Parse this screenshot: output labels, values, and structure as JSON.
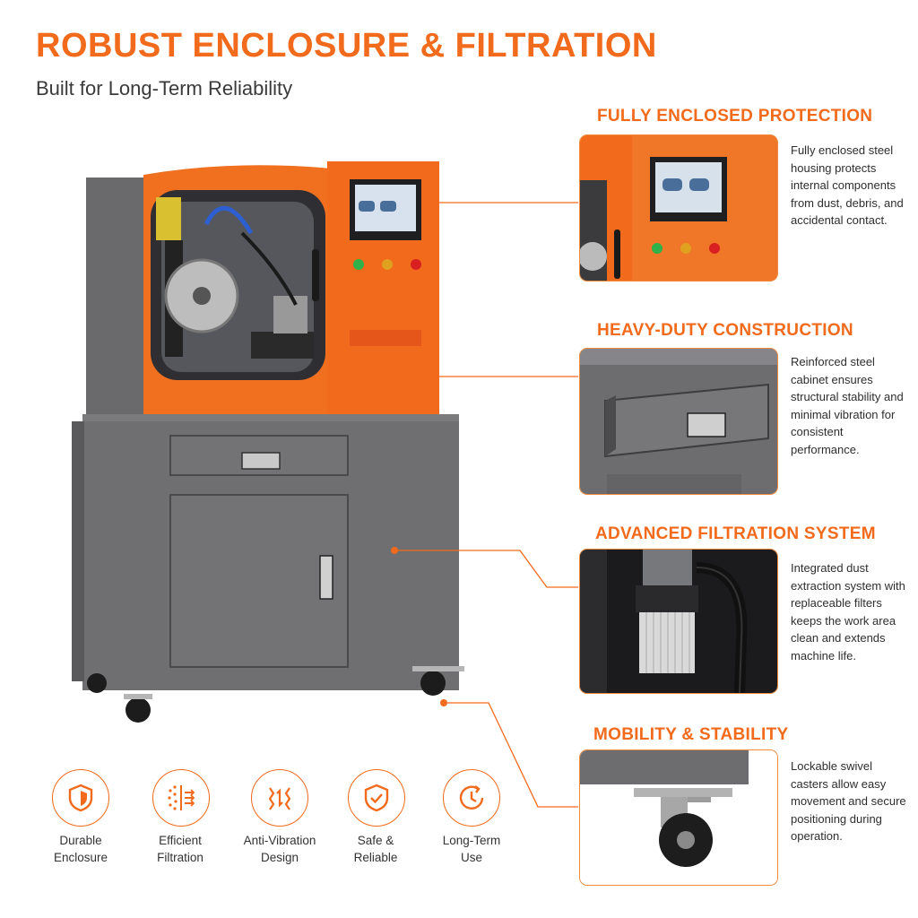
{
  "header": {
    "title": "ROBUST ENCLOSURE & FILTRATION",
    "subtitle": "Built for Long-Term Reliability"
  },
  "features": [
    {
      "title": "FULLY ENCLOSED PROTECTION",
      "text": "Fully enclosed steel housing protects internal components from dust, debris, and accidental contact."
    },
    {
      "title": "HEAVY-DUTY CONSTRUCTION",
      "text": "Reinforced steel cabinet ensures structural stability and minimal vibration for consistent performance."
    },
    {
      "title": "ADVANCED FILTRATION SYSTEM",
      "text": "Integrated dust extraction system with replaceable filters keeps the work area clean and extends machine life."
    },
    {
      "title": "MOBILITY & STABILITY",
      "text": "Lockable swivel casters allow easy movement and secure positioning during operation."
    }
  ],
  "badges": [
    {
      "line1": "Durable",
      "line2": "Enclosure",
      "icon": "shield-icon"
    },
    {
      "line1": "Efficient",
      "line2": "Filtration",
      "icon": "filter-icon"
    },
    {
      "line1": "Anti-Vibration",
      "line2": "Design",
      "icon": "vibration-icon"
    },
    {
      "line1": "Safe &",
      "line2": "Reliable",
      "icon": "shield-check-icon"
    },
    {
      "line1": "Long-Term",
      "line2": "Use",
      "icon": "clock-icon"
    }
  ],
  "colors": {
    "accent": "#f26a1b",
    "cabinet": "#6f6f72",
    "text": "#2e2e2e"
  }
}
